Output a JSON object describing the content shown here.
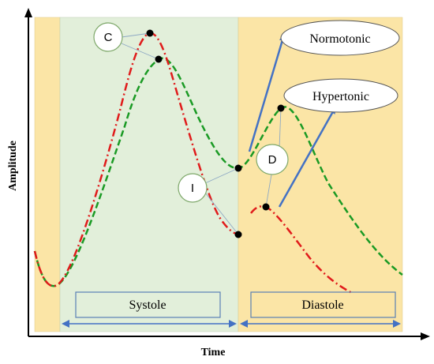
{
  "axes": {
    "x_title": "Time",
    "y_title": "Amplitude"
  },
  "phases": {
    "systole": "Systole",
    "diastole": "Diastole"
  },
  "points": {
    "c": "C",
    "i": "I",
    "d": "D"
  },
  "callouts": {
    "normotonic": "Normotonic",
    "hypertonic": "Hypertonic"
  },
  "colors": {
    "systole_region": "#e2efda",
    "diastole_region": "#fbe5a6",
    "normotonic_curve": "#1a9a24",
    "hypertonic_curve": "#e01b1b",
    "arrow": "#4472c4"
  }
}
